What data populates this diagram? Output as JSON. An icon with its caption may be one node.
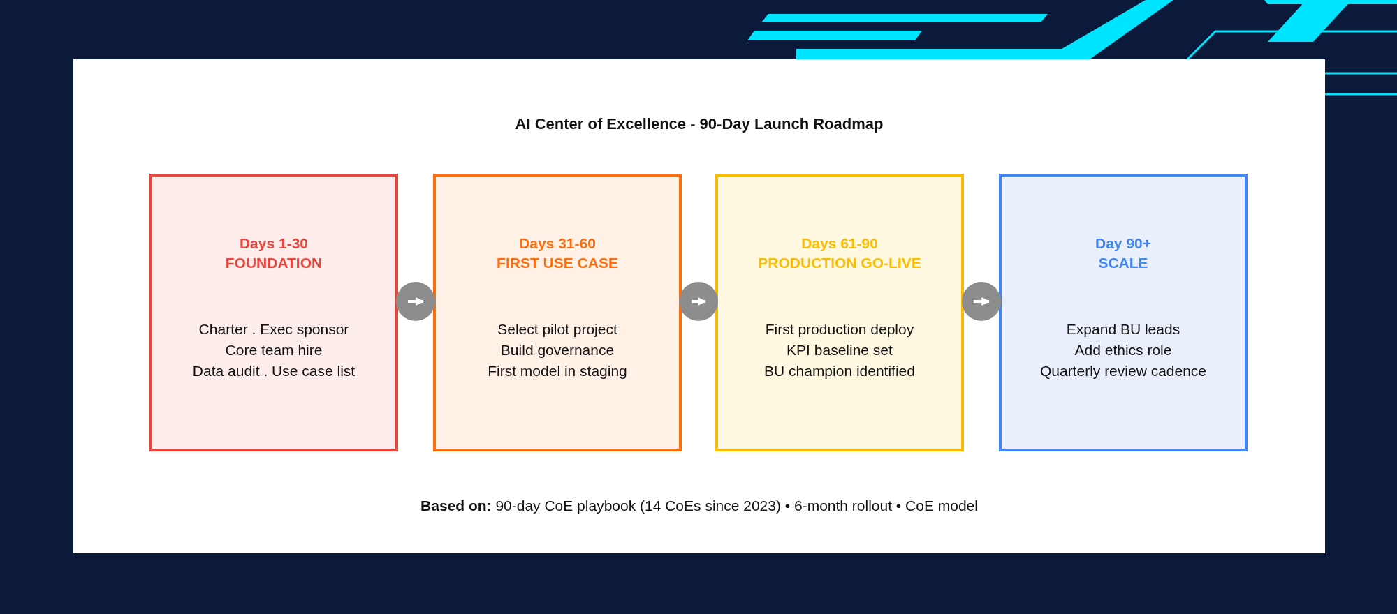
{
  "diagram": {
    "title": "AI Center of Excellence - 90-Day Launch Roadmap",
    "caption": "**Based on:** 90-day CoE playbook (14 CoEs since 2023) • 6-month rollout • CoE model",
    "nodes": [
      {
        "text": [
          "Days 1-30",
          "FOUNDATION",
          "Charter . Exec sponsor",
          "Core team hire",
          "Data audit . Use case list"
        ]
      },
      {
        "text": [
          "Days 31-60",
          "FIRST USE CASE",
          "Select pilot project",
          "Build governance",
          "First model in staging"
        ]
      },
      {
        "text": [
          "Days 61-90",
          "PRODUCTION GO-LIVE",
          "First production deploy",
          "KPI baseline set",
          "BU champion identified"
        ]
      },
      {
        "text": [
          "Day 90+",
          "SCALE",
          "Expand BU leads",
          "Add ethics role",
          "Quarterly review cadence"
        ]
      }
    ],
    "edges": [
      {
        "from": 0,
        "to": 1,
        "arrow": "to"
      },
      {
        "from": 1,
        "to": 2,
        "arrow": "to"
      },
      {
        "from": 2,
        "to": 3,
        "arrow": "to"
      }
    ]
  }
}
